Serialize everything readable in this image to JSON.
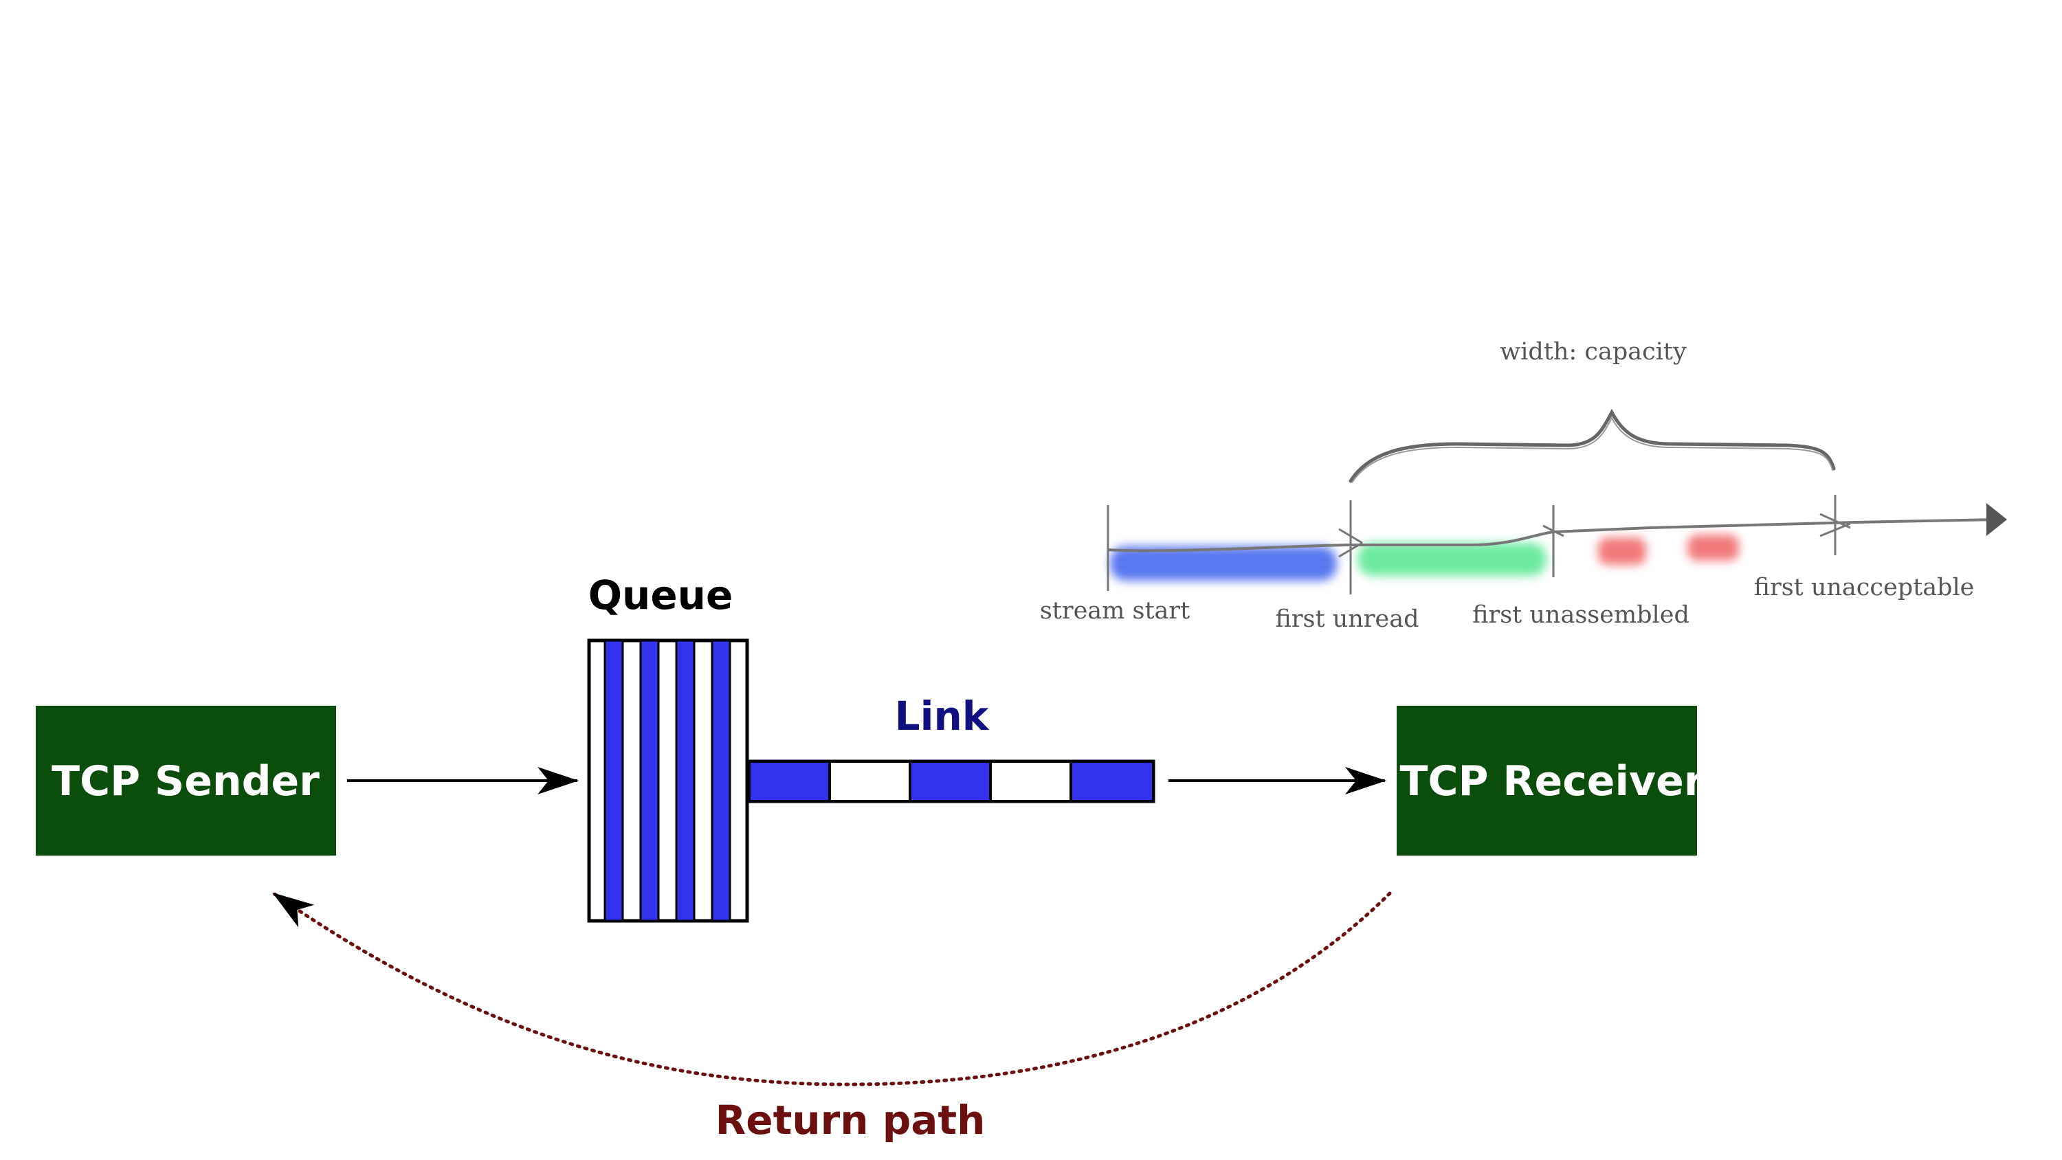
{
  "boxes": {
    "sender_label": "TCP Sender",
    "receiver_label": "TCP Receiver"
  },
  "labels": {
    "queue": "Queue",
    "link": "Link",
    "return_path": "Return path"
  },
  "stream_diagram": {
    "capacity_label": "width: capacity",
    "stream_start": "stream start",
    "first_unread": "first unread",
    "first_unassembled": "first unassembled",
    "first_unacceptable": "first unacceptable"
  },
  "colors": {
    "box_fill": "#0b4d0b",
    "packet_blue": "#3333ee",
    "link_label": "#101080",
    "return_path": "#6b0f0f",
    "stream_blue": "#5a78f0",
    "stream_green": "#6eeaa0",
    "stream_red": "#f27a7a",
    "sketch_line": "#666666"
  }
}
